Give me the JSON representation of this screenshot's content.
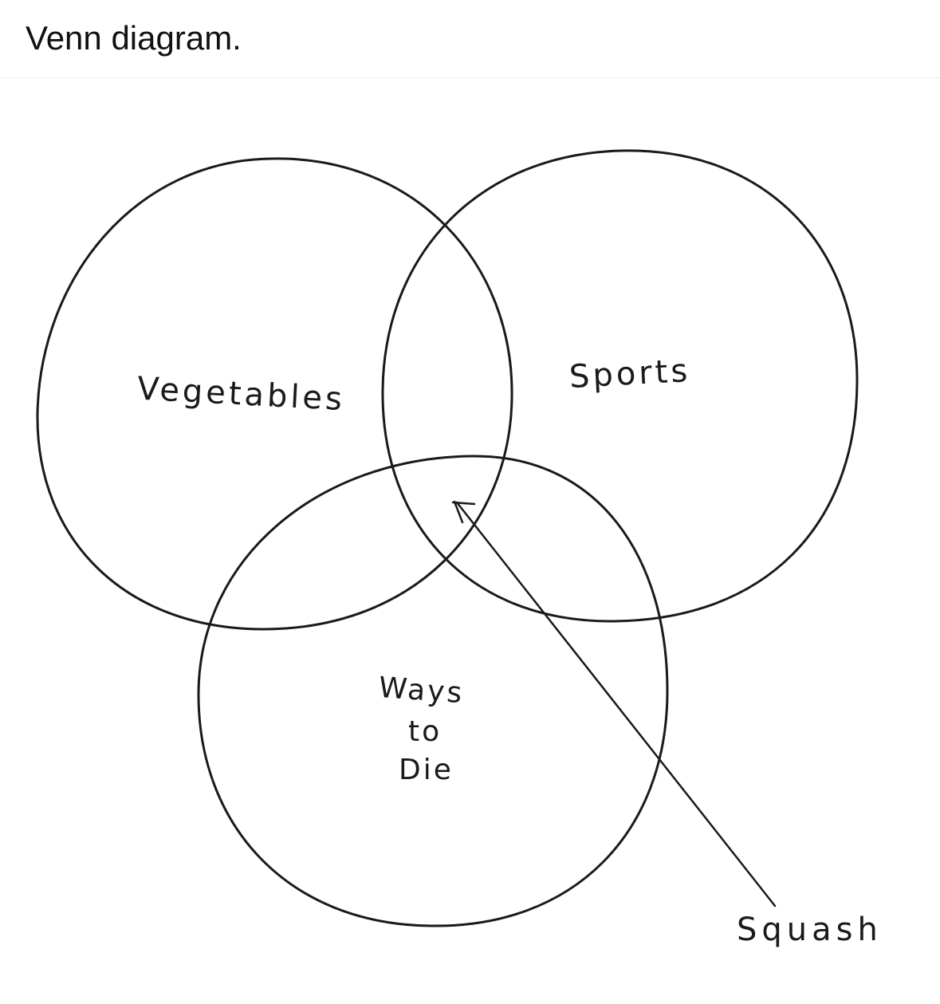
{
  "post": {
    "title": "Venn diagram."
  },
  "diagram": {
    "sets": [
      {
        "id": "vegetables",
        "label": "Vegetables"
      },
      {
        "id": "sports",
        "label": "Sports"
      },
      {
        "id": "ways-to-die",
        "label_lines": [
          "Ways",
          "to",
          "Die"
        ]
      }
    ],
    "annotation": {
      "label": "Squash",
      "points_to": "intersection of all three sets"
    }
  }
}
